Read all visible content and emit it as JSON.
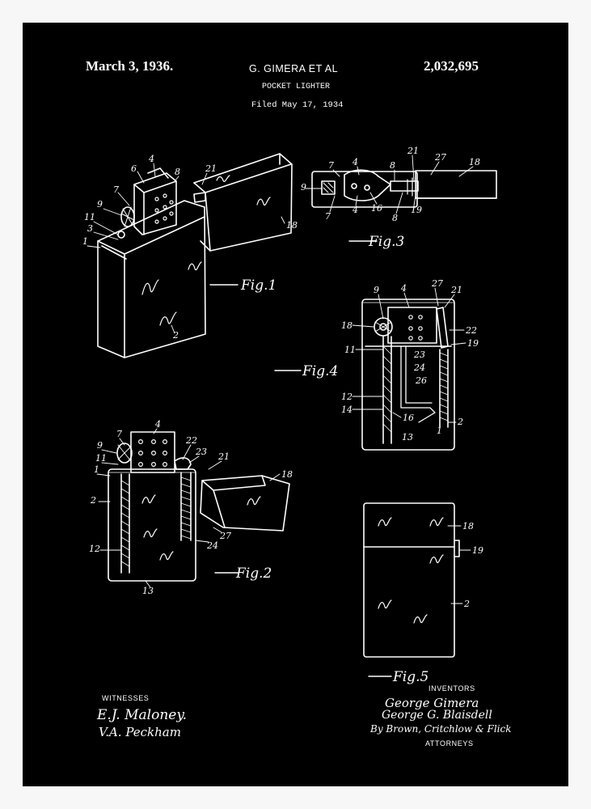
{
  "header": {
    "date": "March 3, 1936.",
    "inventor_short": "G. GIMERA ET AL",
    "patent_number": "2,032,695",
    "subtitle": "POCKET LIGHTER",
    "filed": "Filed May 17, 1934"
  },
  "figures": {
    "fig1": "Fig.1",
    "fig2": "Fig.2",
    "fig3": "Fig.3",
    "fig4": "Fig.4",
    "fig5": "Fig.5"
  },
  "footer": {
    "witnesses_label": "WITNESSES",
    "witness_1": "E.J. Maloney.",
    "witness_2": "V.A. Peckham",
    "inventors_label": "INVENTORS",
    "inventor_1": "George Gimera",
    "inventor_2": "George G. Blaisdell",
    "attorney_line": "By Brown, Critchlow & Flick",
    "attorneys_label": "ATTORNEYS"
  },
  "colors": {
    "sheet": "#000000",
    "ink": "#ffffff",
    "frame": "#f7f7f7"
  }
}
